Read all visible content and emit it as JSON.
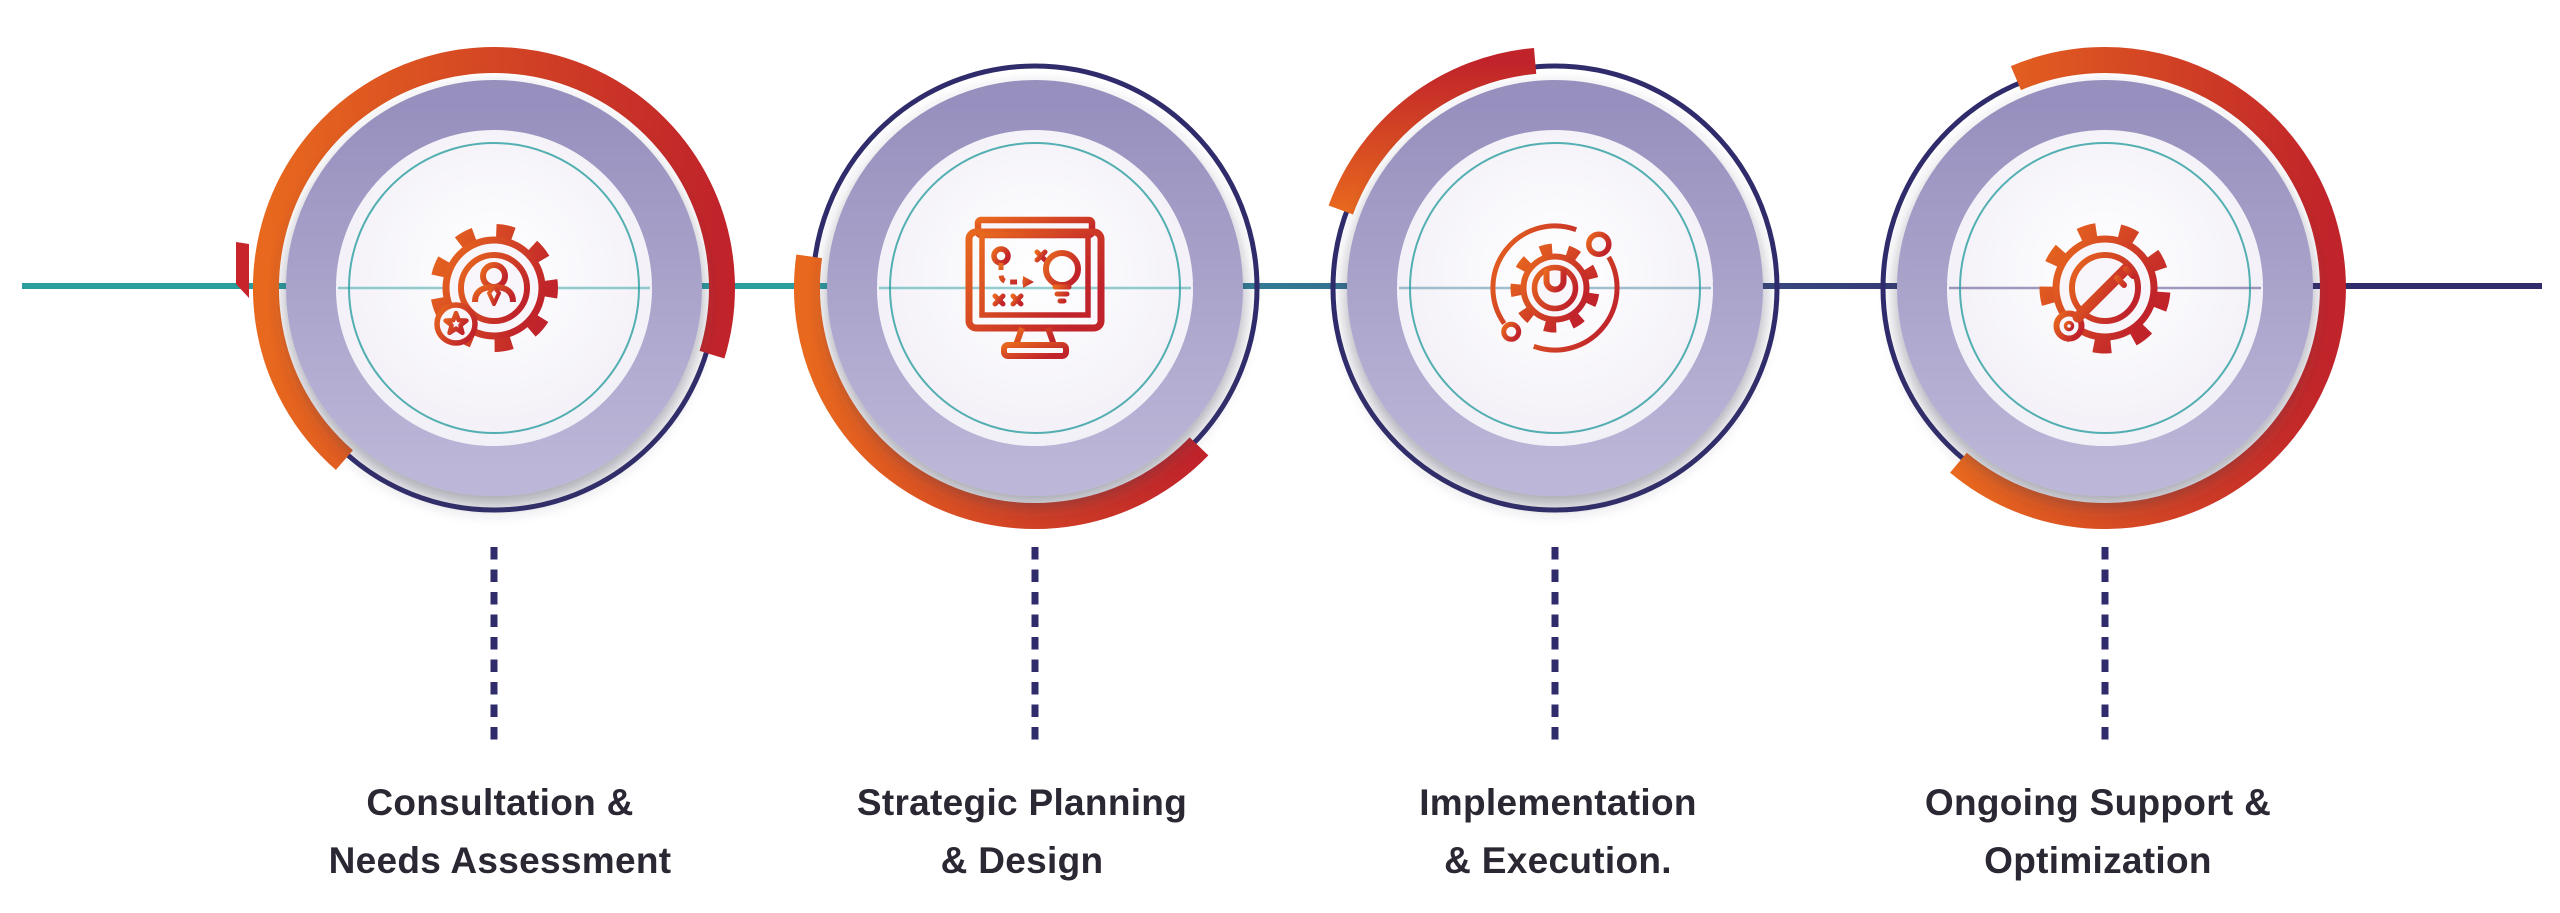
{
  "figure": {
    "type": "process-infographic",
    "step_count": 4
  },
  "colors": {
    "orange": "#E8681E",
    "red": "#C0232A",
    "lavender_dark": "#9790BE",
    "lavender_light": "#BCB7D8",
    "navy": "#302C6C",
    "teal": "#2A9D9F",
    "inner_fill_center": "#FFFFFF",
    "inner_fill_edge": "#EFECF5",
    "icon_bg": "#F8F6FB",
    "label_text": "#2B2733"
  },
  "timeline": {
    "name": "process-timeline",
    "left_color": "#2A9D9F",
    "right_color": "#302C6C"
  },
  "steps": [
    {
      "index": 1,
      "icon": "consultation-user-gear-star-icon",
      "label_lines": [
        "Consultation &",
        "Needs Assessment"
      ]
    },
    {
      "index": 2,
      "icon": "strategic-planning-monitor-icon",
      "label_lines": [
        "Strategic Planning",
        "& Design"
      ]
    },
    {
      "index": 3,
      "icon": "implementation-gear-wrench-orbit-icon",
      "label_lines": [
        "Implementation",
        "& Execution."
      ]
    },
    {
      "index": 4,
      "icon": "support-gear-key-icon",
      "label_lines": [
        "Ongoing Support &",
        "Optimization"
      ]
    }
  ]
}
